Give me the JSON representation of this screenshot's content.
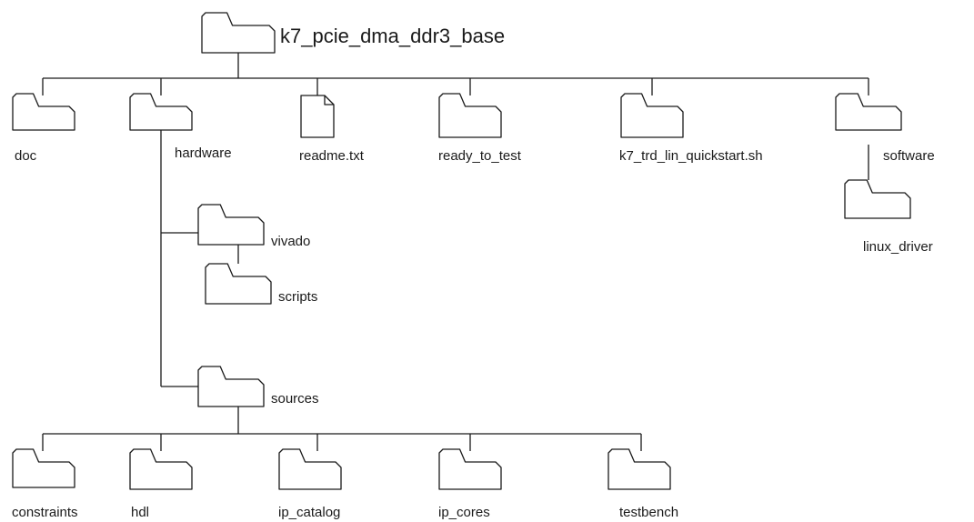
{
  "root": {
    "label": "k7_pcie_dma_ddr3_base",
    "icon": "folder-icon"
  },
  "top_level": [
    {
      "label": "doc",
      "icon": "folder-icon"
    },
    {
      "label": "hardware",
      "icon": "folder-icon"
    },
    {
      "label": "readme.txt",
      "icon": "file-icon"
    },
    {
      "label": "ready_to_test",
      "icon": "folder-icon"
    },
    {
      "label": "k7_trd_lin_quickstart.sh",
      "icon": "folder-icon"
    },
    {
      "label": "software",
      "icon": "folder-icon"
    }
  ],
  "hardware_children": [
    {
      "label": "vivado",
      "icon": "folder-icon"
    },
    {
      "label": "sources",
      "icon": "folder-icon"
    }
  ],
  "vivado_children": [
    {
      "label": "scripts",
      "icon": "folder-icon"
    }
  ],
  "software_children": [
    {
      "label": "linux_driver",
      "icon": "folder-icon"
    }
  ],
  "sources_children": [
    {
      "label": "constraints",
      "icon": "folder-icon"
    },
    {
      "label": "hdl",
      "icon": "folder-icon"
    },
    {
      "label": "ip_catalog",
      "icon": "folder-icon"
    },
    {
      "label": "ip_cores",
      "icon": "folder-icon"
    },
    {
      "label": "testbench",
      "icon": "folder-icon"
    }
  ],
  "colors": {
    "stroke": "#1a1a1a",
    "background": "#ffffff"
  }
}
